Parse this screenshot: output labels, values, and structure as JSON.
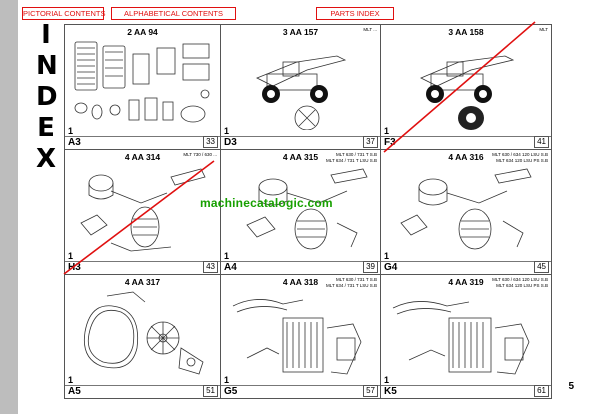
{
  "nav": {
    "pictorial": "PICTORIAL CONTENTS",
    "alphabetical": "ALPHABETICAL CONTENTS",
    "parts": "PARTS INDEX"
  },
  "index_letters": [
    "I",
    "N",
    "D",
    "E",
    "X"
  ],
  "cells": [
    {
      "code": "2 AA 94",
      "note": "",
      "qty": "1",
      "ref": "A3",
      "page": "33"
    },
    {
      "code": "3 AA 157",
      "note": "MLT ...",
      "qty": "1",
      "ref": "D3",
      "page": "37"
    },
    {
      "code": "3 AA 158",
      "note": "MLT",
      "qty": "1",
      "ref": "F3",
      "page": "41"
    },
    {
      "code": "4 AA 314",
      "note": "MLT 730 / 630 ...",
      "qty": "1",
      "ref": "H3",
      "page": "43"
    },
    {
      "code": "4 AA 315",
      "note": "MLT 630 / 731 T S.B\nMLT 634 / 731 T LSU S.B",
      "qty": "1",
      "ref": "A4",
      "page": "39"
    },
    {
      "code": "4 AA 316",
      "note": "MLT 630 / 634 120 LSU S.B\nMLT 634 120 LSU PS S.B",
      "qty": "1",
      "ref": "G4",
      "page": "45"
    },
    {
      "code": "4 AA 317",
      "note": "",
      "qty": "1",
      "ref": "A5",
      "page": "51"
    },
    {
      "code": "4 AA 318",
      "note": "MLT 630 / 731 T S.B\nMLT 634 / 731 T LSU S.B",
      "qty": "1",
      "ref": "G5",
      "page": "57"
    },
    {
      "code": "4 AA 319",
      "note": "MLT 630 / 634 120 LSU S.B\nMLT 634 120 LSU PS S.B",
      "qty": "1",
      "ref": "K5",
      "page": "61"
    }
  ],
  "watermark": "machinecatalogic.com",
  "page_number": "5",
  "colors": {
    "link": "#e01010",
    "strike": "#e01010",
    "watermark": "#17a000"
  }
}
